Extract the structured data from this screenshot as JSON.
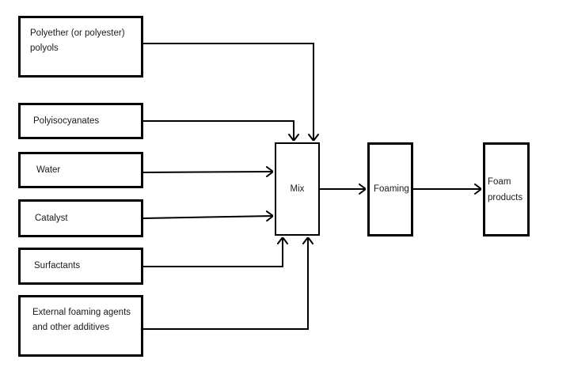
{
  "diagram": {
    "type": "flowchart",
    "colors": {
      "line": "#000000",
      "text": "#1a1a1a",
      "background": "#ffffff"
    },
    "nodes": {
      "polyether": {
        "line1": "Polyether (or polyester)",
        "line2": "polyols"
      },
      "polyisocyanates": {
        "label": "Polyisocyanates"
      },
      "water": {
        "label": "Water"
      },
      "catalyst": {
        "label": "Catalyst"
      },
      "surfactants": {
        "label": "Surfactants"
      },
      "external_agents": {
        "line1": "External foaming agents",
        "line2": "and other additives"
      },
      "mix": {
        "label": "Mix"
      },
      "foaming": {
        "label": "Foaming"
      },
      "foam_products": {
        "line1": "Foam",
        "line2": "products"
      }
    },
    "edges": [
      {
        "from": "polyether",
        "to": "mix"
      },
      {
        "from": "polyisocyanates",
        "to": "mix"
      },
      {
        "from": "water",
        "to": "mix"
      },
      {
        "from": "catalyst",
        "to": "mix"
      },
      {
        "from": "surfactants",
        "to": "mix"
      },
      {
        "from": "external_agents",
        "to": "mix"
      },
      {
        "from": "mix",
        "to": "foaming"
      },
      {
        "from": "foaming",
        "to": "foam_products"
      }
    ]
  }
}
